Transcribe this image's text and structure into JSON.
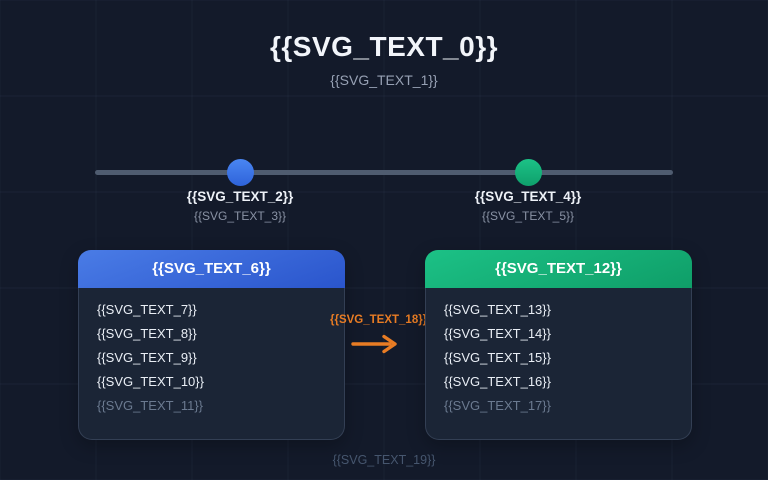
{
  "page": {
    "title": "{{SVG_TEXT_0}}",
    "subtitle": "{{SVG_TEXT_1}}",
    "footer": "{{SVG_TEXT_19}}"
  },
  "timeline": {
    "milestones": [
      {
        "label": "{{SVG_TEXT_2}}",
        "sublabel": "{{SVG_TEXT_3}}",
        "dot_color": "#3b76ea"
      },
      {
        "label": "{{SVG_TEXT_4}}",
        "sublabel": "{{SVG_TEXT_5}}",
        "dot_color": "#15b179"
      }
    ]
  },
  "cards": [
    {
      "header": "{{SVG_TEXT_6}}",
      "accent_color": "#3566d9",
      "items": [
        "{{SVG_TEXT_7}}",
        "{{SVG_TEXT_8}}",
        "{{SVG_TEXT_9}}",
        "{{SVG_TEXT_10}}",
        "{{SVG_TEXT_11}}"
      ]
    },
    {
      "header": "{{SVG_TEXT_12}}",
      "accent_color": "#14ab74",
      "items": [
        "{{SVG_TEXT_13}}",
        "{{SVG_TEXT_14}}",
        "{{SVG_TEXT_15}}",
        "{{SVG_TEXT_16}}",
        "{{SVG_TEXT_17}}"
      ]
    }
  ],
  "arrow": {
    "label": "{{SVG_TEXT_18}}",
    "color": "#e87c24"
  },
  "colors": {
    "background": "#131a2a",
    "card_background": "#1b2536",
    "timeline_line": "#4f5c70"
  }
}
